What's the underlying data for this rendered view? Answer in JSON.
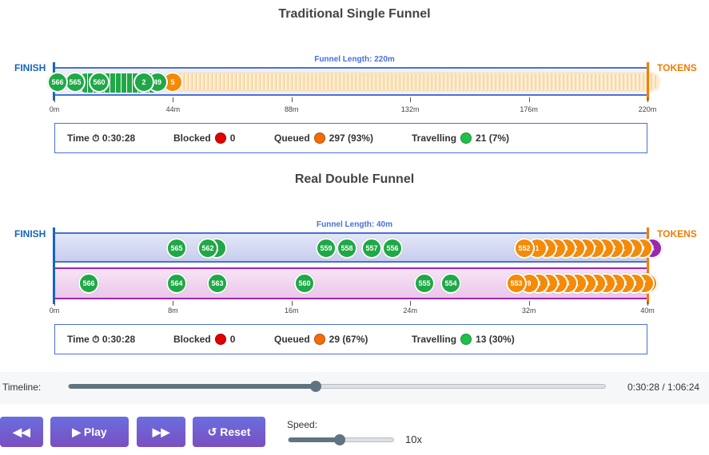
{
  "single_funnel": {
    "title": "Traditional Single Funnel",
    "finish_label": "FINISH",
    "tokens_label": "TOKENS",
    "length_label": "Funnel Length: 220m",
    "ticks": [
      "0m",
      "44m",
      "88m",
      "132m",
      "176m",
      "220m"
    ],
    "stats": {
      "time_label": "Time ⏱ 0:30:28",
      "blocked_label": "Blocked",
      "blocked_value": "0",
      "queued_label": "Queued",
      "queued_value": "297 (93%)",
      "travelling_label": "Travelling",
      "travelling_value": "21 (7%)"
    },
    "tokens": [
      {
        "label": "566",
        "color": "green"
      },
      {
        "label": "565",
        "color": "green"
      },
      {
        "label": "560",
        "color": "green"
      },
      {
        "label": "2",
        "color": "green"
      },
      {
        "label": "49",
        "color": "green"
      },
      {
        "label": "5",
        "color": "orange"
      }
    ]
  },
  "double_funnel": {
    "title": "Real Double Funnel",
    "finish_label": "FINISH",
    "tokens_label": "TOKENS",
    "length_label": "Funnel Length: 40m",
    "ticks": [
      "0m",
      "8m",
      "16m",
      "24m",
      "32m",
      "40m"
    ],
    "stats": {
      "time_label": "Time ⏱ 0:30:28",
      "blocked_label": "Blocked",
      "blocked_value": "0",
      "queued_label": "Queued",
      "queued_value": "29 (67%)",
      "travelling_label": "Travelling",
      "travelling_value": "13 (30%)"
    },
    "top_lane_tokens": [
      {
        "label": "565",
        "color": "green"
      },
      {
        "label": "562",
        "color": "green"
      },
      {
        "label": "1",
        "color": "green"
      },
      {
        "label": "559",
        "color": "green"
      },
      {
        "label": "558",
        "color": "green"
      },
      {
        "label": "557",
        "color": "green"
      },
      {
        "label": "556",
        "color": "green"
      },
      {
        "label": "552",
        "color": "orange"
      },
      {
        "label": "1",
        "color": "orange"
      },
      {
        "label": "0",
        "color": "orange"
      },
      {
        "label": "7",
        "color": "orange"
      },
      {
        "label": "3",
        "color": "orange"
      },
      {
        "label": "2",
        "color": "orange"
      },
      {
        "label": "9",
        "color": "orange"
      },
      {
        "label": "7",
        "color": "orange"
      },
      {
        "label": "4",
        "color": "orange"
      },
      {
        "label": "2",
        "color": "orange"
      },
      {
        "label": "1",
        "color": "orange"
      },
      {
        "label": "0",
        "color": "orange"
      },
      {
        "label": "9",
        "color": "orange"
      },
      {
        "label": "4",
        "color": "purple"
      }
    ],
    "bottom_lane_tokens": [
      {
        "label": "566",
        "color": "green"
      },
      {
        "label": "564",
        "color": "green"
      },
      {
        "label": "563",
        "color": "green"
      },
      {
        "label": "560",
        "color": "green"
      },
      {
        "label": "555",
        "color": "green"
      },
      {
        "label": "554",
        "color": "green"
      },
      {
        "label": "553",
        "color": "orange"
      },
      {
        "label": "9",
        "color": "orange"
      },
      {
        "label": "8",
        "color": "orange"
      },
      {
        "label": "6",
        "color": "orange"
      },
      {
        "label": "5",
        "color": "orange"
      },
      {
        "label": "4",
        "color": "orange"
      },
      {
        "label": "1",
        "color": "orange"
      },
      {
        "label": "0",
        "color": "orange"
      },
      {
        "label": "8",
        "color": "orange"
      },
      {
        "label": "6",
        "color": "orange"
      },
      {
        "label": "5",
        "color": "orange"
      },
      {
        "label": "3",
        "color": "orange"
      },
      {
        "label": "8",
        "color": "orange"
      },
      {
        "label": "7",
        "color": "orange"
      },
      {
        "label": "5",
        "color": "orange"
      }
    ]
  },
  "timeline": {
    "label": "Timeline:",
    "value": "0:30:28 / 1:06:24",
    "progress": 0.459
  },
  "controls": {
    "rewind_label": "◀◀",
    "play_label": "▶ Play",
    "forward_label": "▶▶",
    "reset_label": "↺ Reset",
    "speed_label": "Speed:",
    "speed_value": "10x",
    "speed_fraction": 0.48
  },
  "colors": {
    "green": "#1fa846",
    "orange": "#f58a07",
    "purple": "#9c27b0",
    "blocked": "#e00000",
    "blue": "#1565c0"
  }
}
